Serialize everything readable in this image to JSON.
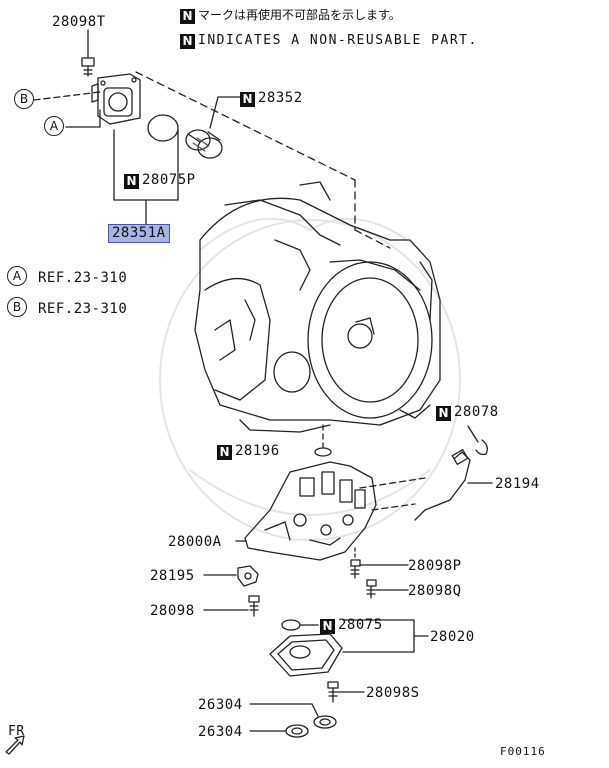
{
  "legend": {
    "symbol": "N",
    "line_jp": "マークは再使用不可部品を示します。",
    "line_en": "INDICATES A NON-REUSABLE PART."
  },
  "refs": {
    "a_letter": "A",
    "a_text": "REF.23-310",
    "b_letter": "B",
    "b_text": "REF.23-310"
  },
  "callouts": {
    "c1": "A",
    "c2": "B"
  },
  "parts": {
    "p28098T": "28098T",
    "p28352": "28352",
    "p28075P": "28075P",
    "p28351A": "28351A",
    "p28078": "28078",
    "p28196": "28196",
    "p28194": "28194",
    "p28000A": "28000A",
    "p28098P": "28098P",
    "p28195": "28195",
    "p28098Q": "28098Q",
    "p28098": "28098",
    "p28075": "28075",
    "p28020": "28020",
    "p28098S": "28098S",
    "p26304a": "26304",
    "p26304b": "26304"
  },
  "front_marker": "FR",
  "figure_code": "F00116",
  "colors": {
    "line": "#222222",
    "highlight_fill": "#aab4e4",
    "highlight_border": "#4a56a8"
  }
}
